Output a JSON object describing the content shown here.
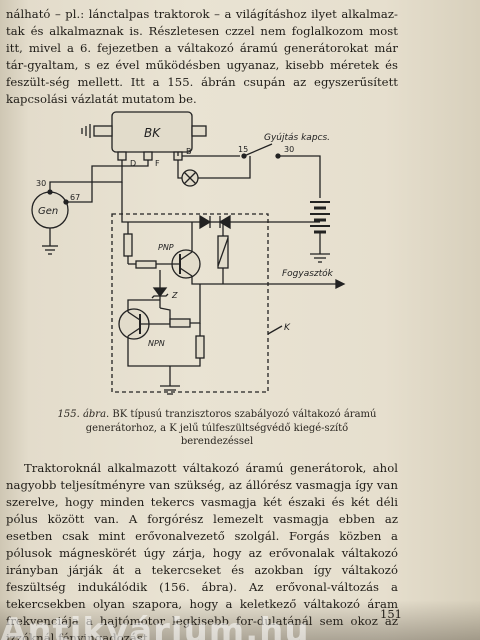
{
  "page": {
    "paragraph_top": "nálható – pl.: lánctalpas traktorok – a világításhoz ilyet alkalmaz-tak és alkalmaznak is. Részletesen czzel nem foglalkozom most itt, mivel a 6. fejezetben a váltakozó áramú generátorokat már tár-gyaltam, s ez ével működésben ugyanaz, kisebb méretek és feszült-ség mellett. Itt a 155. ábrán csupán az egyszerűsített kapcsolási vázlatát mutatom be.",
    "paragraph_bottom": "Traktoroknál alkalmazott váltakozó áramú generátorok, ahol nagyobb teljesítményre van szükség, az állórész vasmagja így van szerelve, hogy minden tekercs vasmagja két északi és két déli pólus között van. A forgórész lemezelt vasmagja ebben az esetben csak mint erővonalvezető szolgál. Forgás közben a pólusok mágneskörét úgy zárja, hogy az erővonalak váltakozó irányban járják át a tekercseket és azokban így váltakozó feszültség indukálódik (156. ábra). Az erővonal-változás a tekercsekben olyan szapora, hogy a keletkező váltakozó áram frekvenciája a hajtómotor legkisebb for-dulatánál sem okoz az izzóknál fényingadozást.",
    "page_number": "151",
    "watermark": "Antikvárium.hu"
  },
  "figure": {
    "caption_label": "155. ábra.",
    "caption_text": "BK típusú tranzisztoros szabályozó váltakozó áramú generátorhoz, a K jelű túlfeszültségvédő kiegé-szítő berendezéssel",
    "labels": {
      "regulator": "BK",
      "generator": "Gen",
      "switch": "Gyújtás kapcs.",
      "consumers": "Fogyasztók",
      "terminal_15": "15",
      "terminal_30_switch": "30",
      "terminal_30": "30",
      "terminal_67": "67",
      "term_d": "D",
      "term_f": "F",
      "term_b": "B",
      "pnp": "PNP",
      "npn": "NPN",
      "zener": "Z",
      "k_box": "K"
    }
  }
}
